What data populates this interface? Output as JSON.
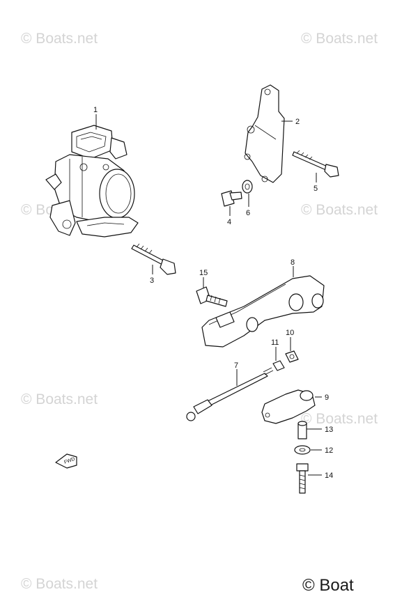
{
  "watermark": {
    "text": "© Boats.net",
    "corner_text": "© Boat"
  },
  "fwd_arrow": {
    "label": "FWD"
  },
  "callouts": [
    {
      "id": "c1",
      "label": "1"
    },
    {
      "id": "c2",
      "label": "2"
    },
    {
      "id": "c3",
      "label": "3"
    },
    {
      "id": "c4",
      "label": "4"
    },
    {
      "id": "c5",
      "label": "5"
    },
    {
      "id": "c6",
      "label": "6"
    },
    {
      "id": "c7",
      "label": "7"
    },
    {
      "id": "c8",
      "label": "8"
    },
    {
      "id": "c9",
      "label": "9"
    },
    {
      "id": "c10",
      "label": "10"
    },
    {
      "id": "c11",
      "label": "11"
    },
    {
      "id": "c12",
      "label": "12"
    },
    {
      "id": "c13",
      "label": "13"
    },
    {
      "id": "c14",
      "label": "14"
    },
    {
      "id": "c15",
      "label": "15"
    }
  ]
}
